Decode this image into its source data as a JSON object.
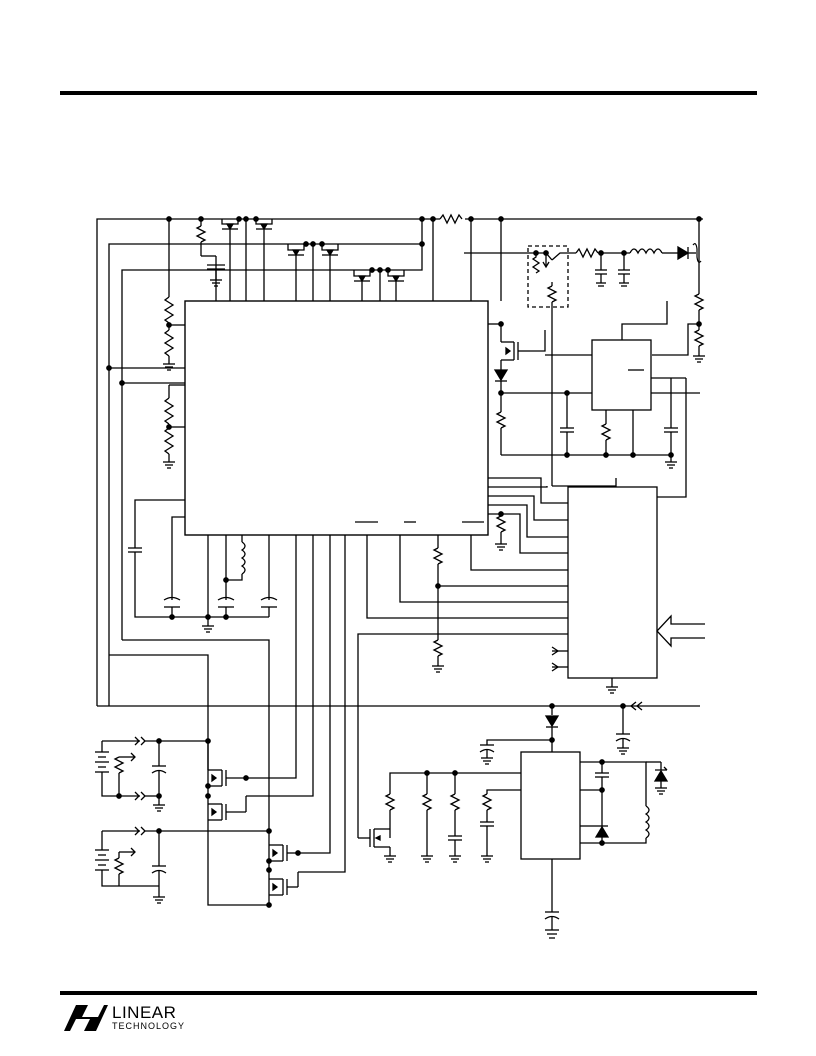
{
  "header": {
    "rule": "top-rule"
  },
  "footer": {
    "logo": {
      "icon": "lt-logo-icon",
      "word1": "LINEAR",
      "word2": "TECHNOLOGY"
    }
  },
  "schematic": {
    "description_icon": "circuit-schematic",
    "colors": {
      "ink": "#000000",
      "paper": "#ffffff"
    }
  }
}
